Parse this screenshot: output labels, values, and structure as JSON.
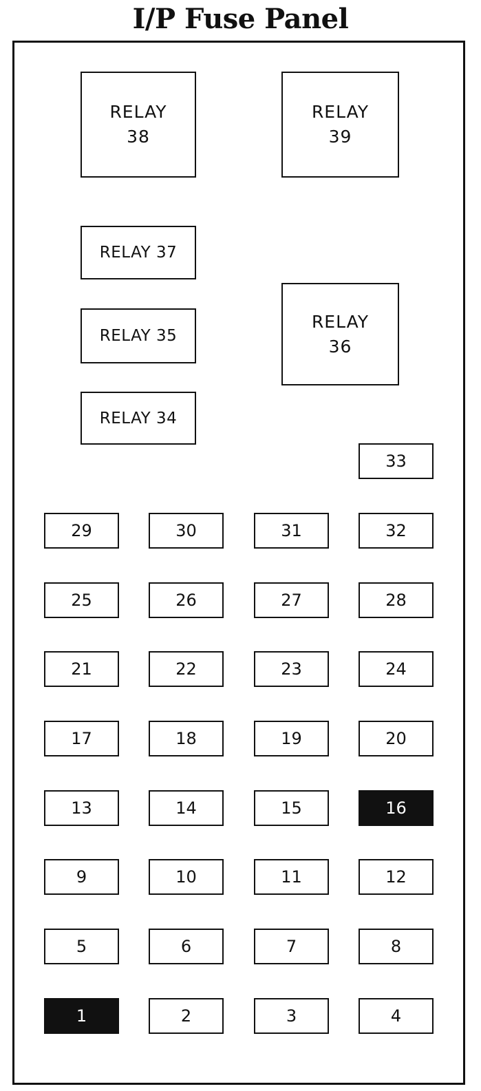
{
  "title": "I/P Fuse Panel",
  "colors": {
    "line": "#111111",
    "background": "#ffffff",
    "highlight_fill": "#111111",
    "highlight_text": "#ffffff"
  },
  "relays": {
    "r38": {
      "line1": "RELAY",
      "line2": "38"
    },
    "r39": {
      "line1": "RELAY",
      "line2": "39"
    },
    "r37": {
      "label": "RELAY 37"
    },
    "r36": {
      "line1": "RELAY",
      "line2": "36"
    },
    "r35": {
      "label": "RELAY 35"
    },
    "r34": {
      "label": "RELAY 34"
    }
  },
  "fuses": {
    "f1": "1",
    "f2": "2",
    "f3": "3",
    "f4": "4",
    "f5": "5",
    "f6": "6",
    "f7": "7",
    "f8": "8",
    "f9": "9",
    "f10": "10",
    "f11": "11",
    "f12": "12",
    "f13": "13",
    "f14": "14",
    "f15": "15",
    "f16": "16",
    "f17": "17",
    "f18": "18",
    "f19": "19",
    "f20": "20",
    "f21": "21",
    "f22": "22",
    "f23": "23",
    "f24": "24",
    "f25": "25",
    "f26": "26",
    "f27": "27",
    "f28": "28",
    "f29": "29",
    "f30": "30",
    "f31": "31",
    "f32": "32",
    "f33": "33"
  },
  "highlighted_fuses": [
    "1",
    "16"
  ]
}
